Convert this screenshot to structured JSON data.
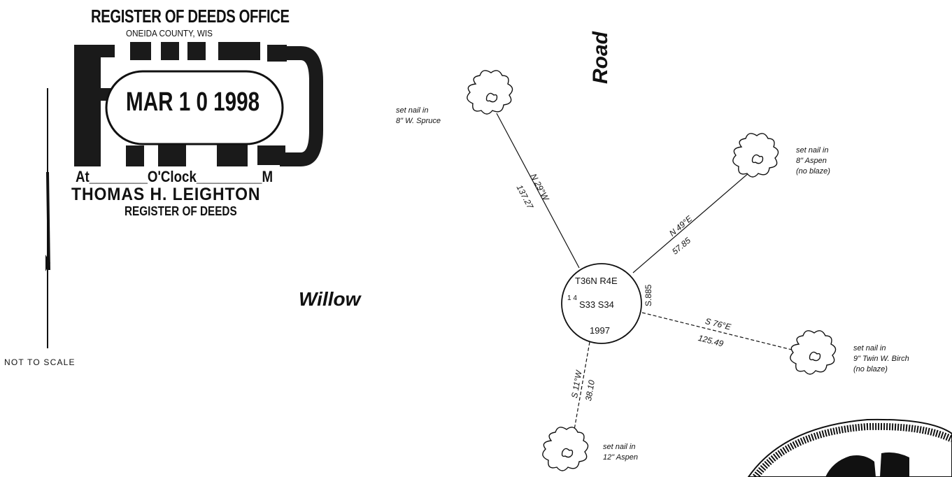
{
  "stamp": {
    "title": "REGISTER OF DEEDS OFFICE",
    "county": "ONEIDA COUNTY, WIS",
    "received_date": "MAR 1 0 1998",
    "at_line": "At________O'Clock_________M",
    "register_name": "THOMAS H. LEIGHTON",
    "register_title": "REGISTER OF DEEDS"
  },
  "scale_note": "NOT TO SCALE",
  "roads": {
    "road_label": "Road",
    "willow_label": "Willow"
  },
  "monument": {
    "line1": "T36N R4E",
    "fraction": "1 4",
    "sections": "S33 S34",
    "year": "1997",
    "side_text": "S.885"
  },
  "witness_trees": [
    {
      "note_line1": "set nail in",
      "note_line2": "8\" W. Spruce",
      "note_line3": "",
      "bearing": "N 29°W",
      "distance": "137.27"
    },
    {
      "note_line1": "set nail in",
      "note_line2": "8\" Aspen",
      "note_line3": "(no blaze)",
      "bearing": "N 49°E",
      "distance": "57.85"
    },
    {
      "note_line1": "set nail in",
      "note_line2": "9\" Twin W. Birch",
      "note_line3": "(no blaze)",
      "bearing": "S 76°E",
      "distance": "125.49"
    },
    {
      "note_line1": "set nail in",
      "note_line2": "12\" Aspen",
      "note_line3": "",
      "bearing": "S 11°W",
      "distance": "38.10"
    }
  ]
}
